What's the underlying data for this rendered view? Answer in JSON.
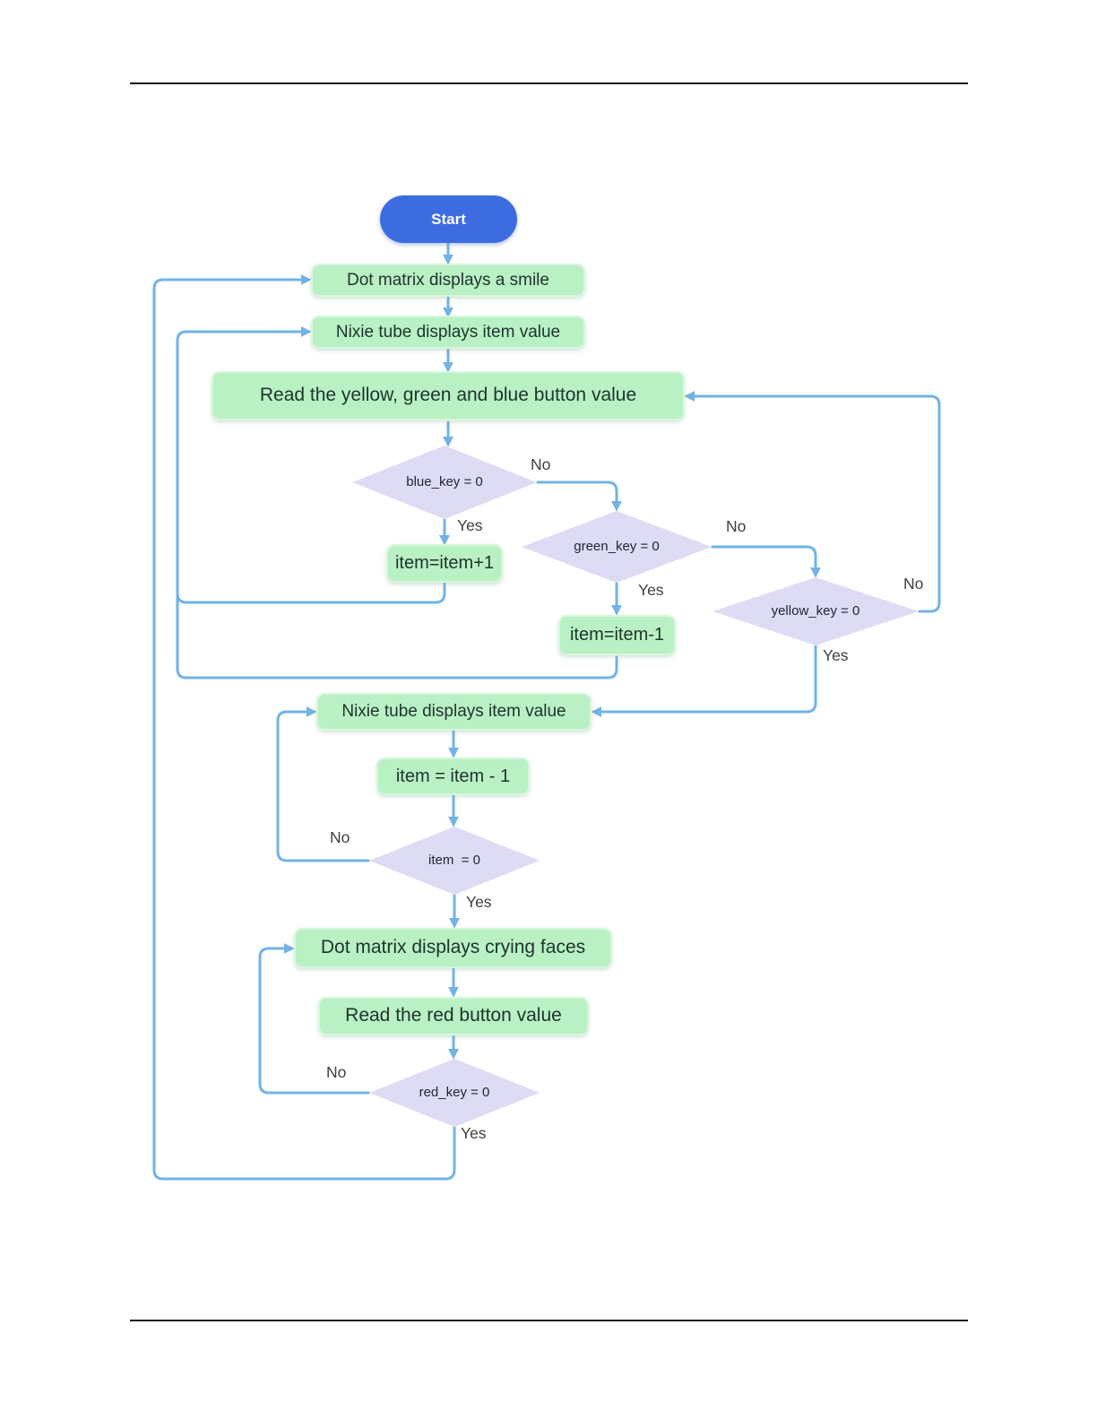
{
  "flowchart": {
    "start": "Start",
    "nodes": {
      "smile": "Dot matrix displays a smile",
      "nixie1": "Nixie tube displays item value",
      "read_ygb": "Read the yellow, green and blue button value",
      "blue_key": "blue_key = 0",
      "inc": "item=item+1",
      "green_key": "green_key = 0",
      "dec1": "item=item-1",
      "yellow_key": "yellow_key = 0",
      "nixie2": "Nixie tube displays item value",
      "dec2": "item = item - 1",
      "item_zero": "item  = 0",
      "crying": "Dot matrix displays crying faces",
      "read_red": "Read the red button value",
      "red_key": "red_key = 0"
    },
    "edge_labels": {
      "blue_no": "No",
      "blue_yes": "Yes",
      "green_no": "No",
      "green_yes": "Yes",
      "yellow_no": "No",
      "yellow_yes": "Yes",
      "item_no": "No",
      "item_yes": "Yes",
      "red_no": "No",
      "red_yes": "Yes"
    },
    "colors": {
      "start_fill": "#3D6CE1",
      "process_fill": "#B9F0C4",
      "decision_fill": "#DEDCF5",
      "connector": "#72B3E6",
      "process_text": "#1D352A",
      "decision_text": "#23233B",
      "label_text": "#3F3F3F"
    }
  }
}
